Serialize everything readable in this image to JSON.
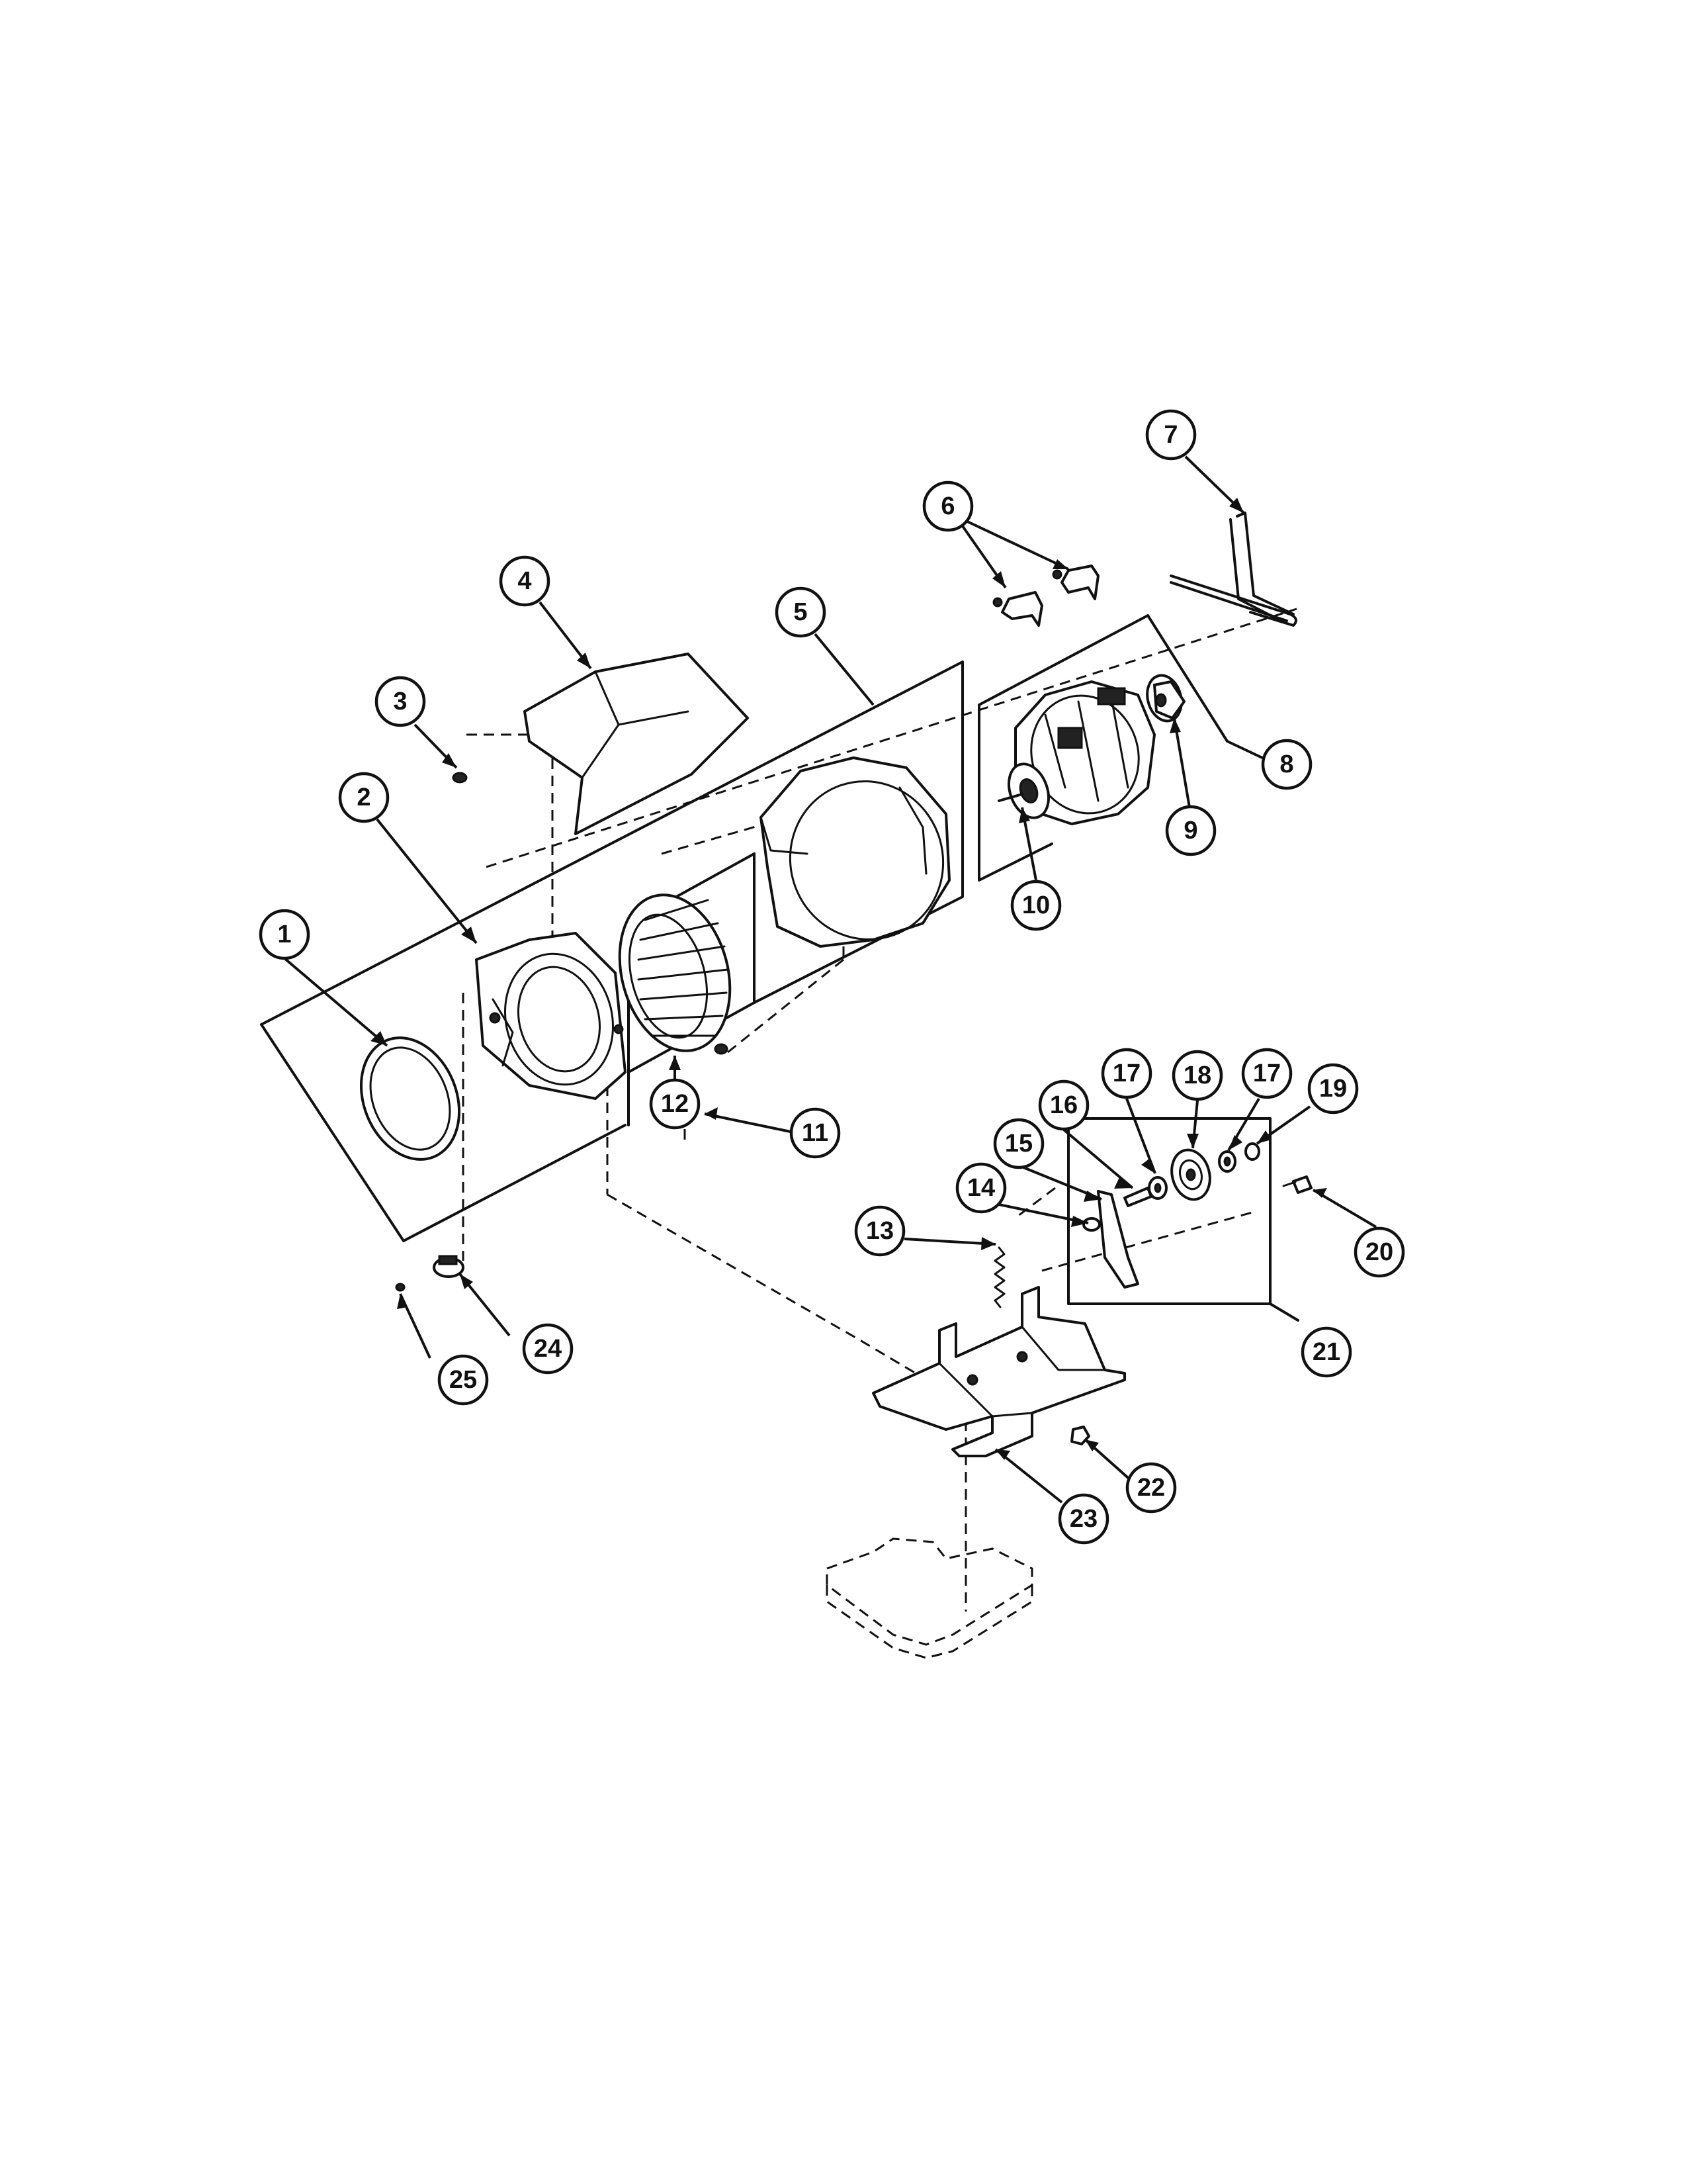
{
  "diagram": {
    "callouts": [
      {
        "id": "c1",
        "label": "1"
      },
      {
        "id": "c2",
        "label": "2"
      },
      {
        "id": "c3",
        "label": "3"
      },
      {
        "id": "c4",
        "label": "4"
      },
      {
        "id": "c5",
        "label": "5"
      },
      {
        "id": "c6",
        "label": "6"
      },
      {
        "id": "c7",
        "label": "7"
      },
      {
        "id": "c8",
        "label": "8"
      },
      {
        "id": "c9",
        "label": "9"
      },
      {
        "id": "c10",
        "label": "10"
      },
      {
        "id": "c11",
        "label": "11"
      },
      {
        "id": "c12",
        "label": "12"
      },
      {
        "id": "c13",
        "label": "13"
      },
      {
        "id": "c14",
        "label": "14"
      },
      {
        "id": "c15",
        "label": "15"
      },
      {
        "id": "c16",
        "label": "16"
      },
      {
        "id": "c17a",
        "label": "17"
      },
      {
        "id": "c18",
        "label": "18"
      },
      {
        "id": "c17b",
        "label": "17"
      },
      {
        "id": "c19",
        "label": "19"
      },
      {
        "id": "c20",
        "label": "20"
      },
      {
        "id": "c21",
        "label": "21"
      },
      {
        "id": "c22",
        "label": "22"
      },
      {
        "id": "c23",
        "label": "23"
      },
      {
        "id": "c24",
        "label": "24"
      },
      {
        "id": "c25",
        "label": "25"
      }
    ]
  }
}
